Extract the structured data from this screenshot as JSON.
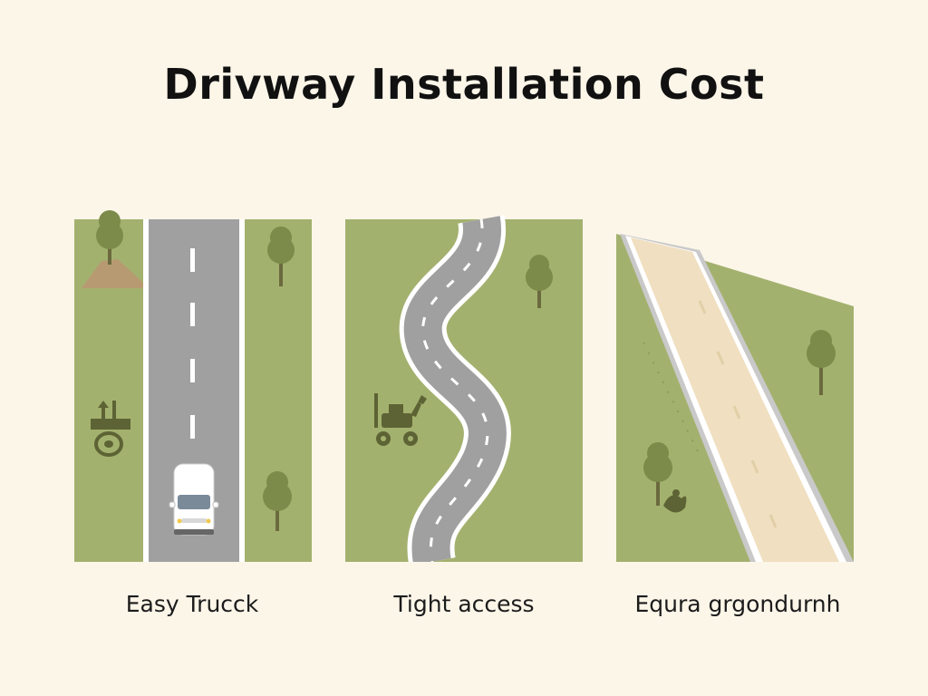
{
  "title": "Drivway Installation Cost",
  "panels": [
    {
      "caption": "Easy Trucck"
    },
    {
      "caption": "Tight access"
    },
    {
      "caption": "Equra grgondurnh"
    }
  ],
  "colors": {
    "background": "#fcf6e9",
    "grass": "#a3b16e",
    "asphalt": "#a0a0a0",
    "edge_line": "#ffffff",
    "gravel": "#f0dfc0",
    "tree_canopy": "#7c8a4a",
    "tree_trunk": "#6b6a3e",
    "equipment": "#5d6334"
  },
  "icons": [
    "tree-icon",
    "dirt-mound-icon",
    "sign-icon",
    "tire-icon",
    "truck-icon",
    "tractor-icon",
    "bush-icon"
  ]
}
